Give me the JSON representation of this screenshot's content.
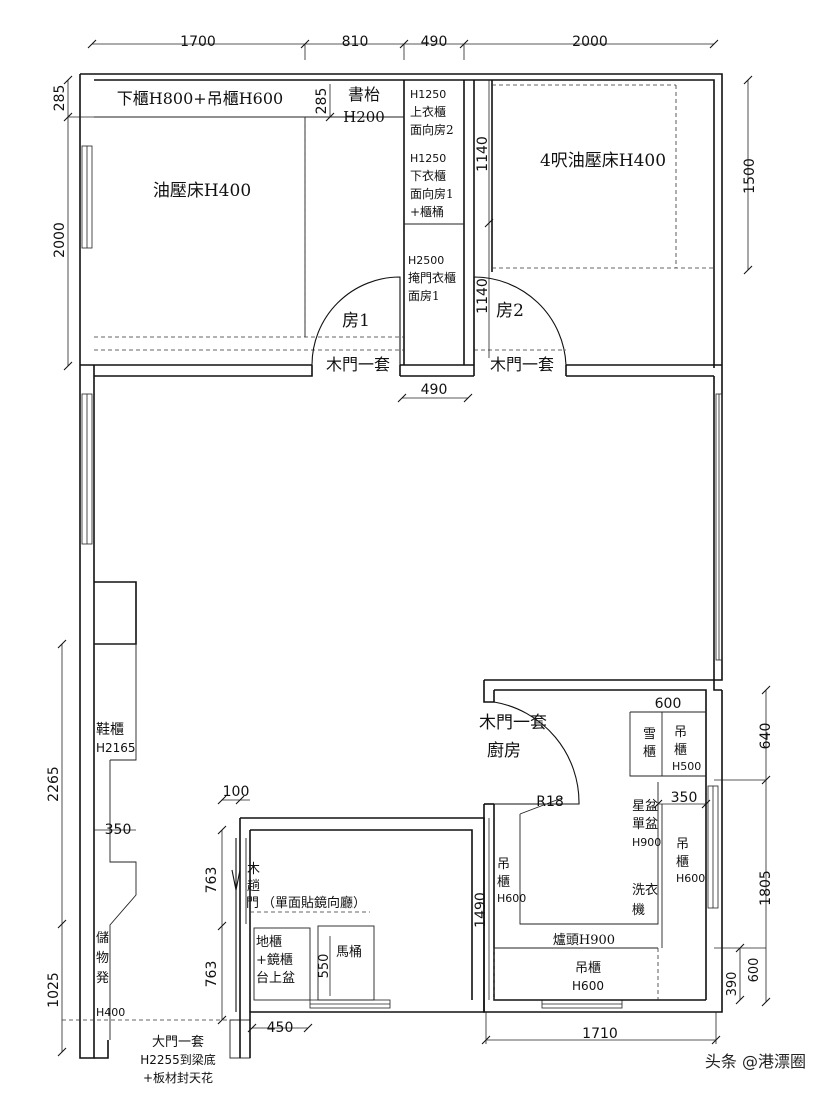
{
  "dimensions": {
    "top_1": "1700",
    "top_2": "810",
    "top_3": "490",
    "top_4": "2000",
    "left_285a": "285",
    "left_285b": "285",
    "left_2000": "2000",
    "wardrobe_1140a": "1140",
    "wardrobe_1140b": "1140",
    "right_1500": "1500",
    "corridor_490": "490",
    "left_2265": "2265",
    "left_1025": "1025",
    "shoe_350": "350",
    "bath_100": "100",
    "bath_763a": "763",
    "bath_763b": "763",
    "bath_550": "550",
    "bath_450": "450",
    "kitchen_1490": "1490",
    "kitchen_600": "600",
    "kitchen_350": "350",
    "kitchen_r18": "R18",
    "bottom_1710": "1710",
    "right_640": "640",
    "right_1805": "1805",
    "right_390": "390",
    "right_600": "600"
  },
  "labels": {
    "lower_cabinet": "下櫃H800+吊櫃H600",
    "desk": "書枱",
    "desk_h": "H200",
    "wardrobe1_a": "H1250",
    "wardrobe1_b": "上衣櫃",
    "wardrobe1_c": "面向房2",
    "wardrobe2_a": "H1250",
    "wardrobe2_b": "下衣櫃",
    "wardrobe2_c": "面向房1",
    "wardrobe2_d": "+櫃桶",
    "wardrobe3_a": "H2500",
    "wardrobe3_b": "掩門衣櫃",
    "wardrobe3_c": "面房1",
    "bed1": "油壓床H400",
    "bed2": "4呎油壓床H400",
    "room1": "房1",
    "room2": "房2",
    "door1": "木門一套",
    "door2": "木門一套",
    "kitchen_door": "木門一套",
    "kitchen": "廚房",
    "fridge_a": "雪",
    "fridge_b": "櫃",
    "hang1_a": "吊",
    "hang1_b": "櫃",
    "hang1_c": "H500",
    "sink_a": "星盆",
    "sink_b": "單盆",
    "sink_c": "H900",
    "hang2_a": "吊",
    "hang2_b": "櫃",
    "hang2_c": "H600",
    "hang3_a": "吊",
    "hang3_b": "櫃",
    "hang3_c": "H600",
    "washer_a": "洗衣",
    "washer_b": "機",
    "stove": "爐頭H900",
    "hang4_a": "吊櫃",
    "hang4_b": "H600",
    "shoe_a": "鞋櫃",
    "shoe_b": "H2165",
    "bench_a": "儲",
    "bench_b": "物",
    "bench_c": "発",
    "bench_d": "H400",
    "slide_a": "木",
    "slide_b": "趟",
    "slide_c": "門",
    "mirror": "（單面貼鏡向廳）",
    "vanity_a": "地櫃",
    "vanity_b": "+鏡櫃",
    "vanity_c": "台上盆",
    "toilet": "馬桶",
    "main_door_a": "大門一套",
    "main_door_b": "H2255到梁底",
    "main_door_c": "+板材封天花"
  },
  "watermark": "头条 @港漂圈"
}
